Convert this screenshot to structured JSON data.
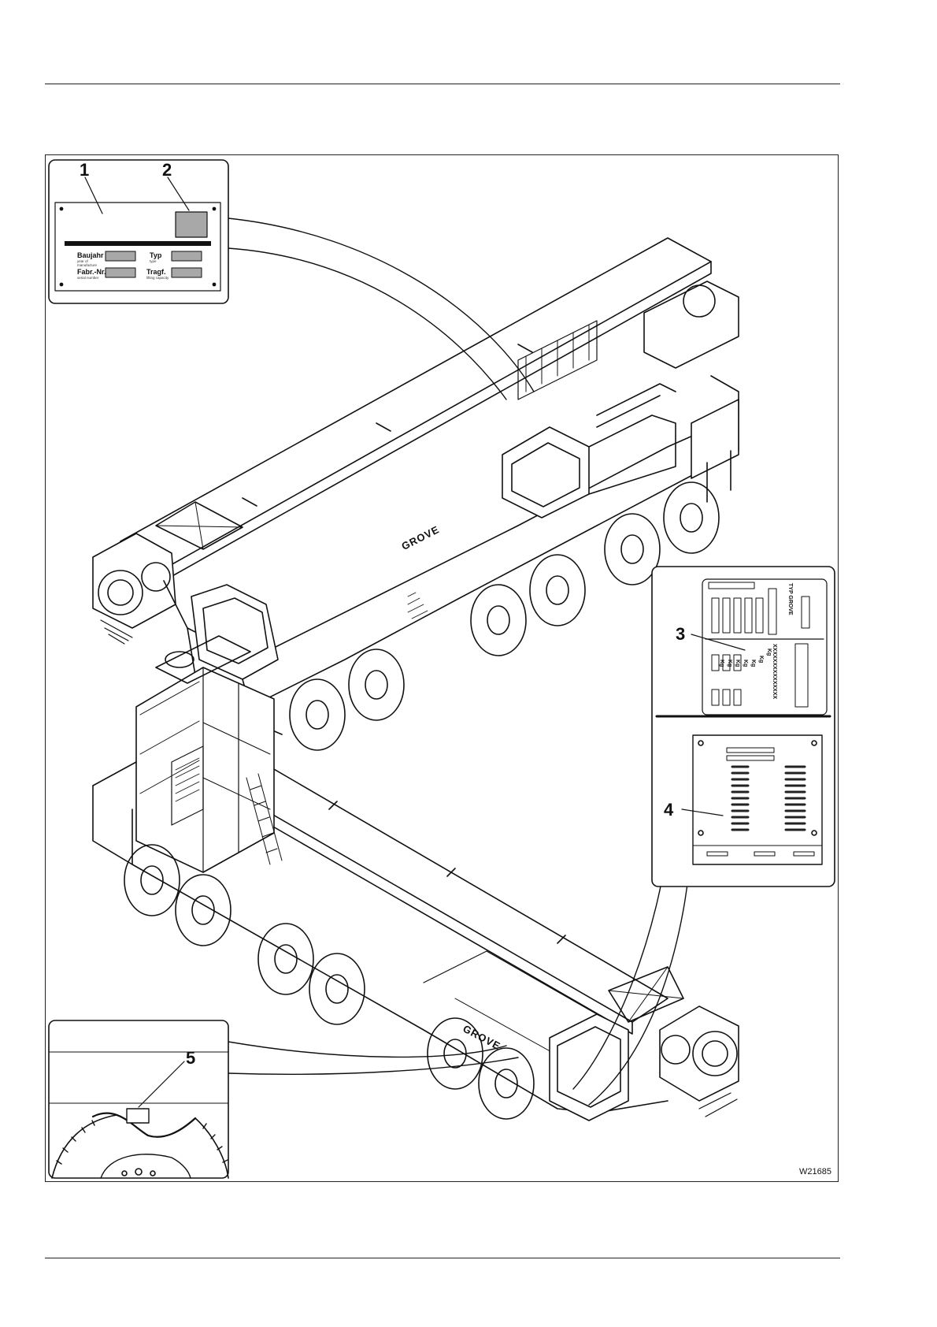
{
  "figure": {
    "drawing_id": "W21685",
    "callouts": [
      "1",
      "2",
      "3",
      "4",
      "5"
    ]
  },
  "nameplate": {
    "fields": [
      {
        "label": "Baujahr",
        "sub": "year of manufacture"
      },
      {
        "label": "Typ",
        "sub": "type"
      },
      {
        "label": "Fabr.-Nr.",
        "sub": "serial number"
      },
      {
        "label": "Tragf.",
        "sub": "lifting capacity"
      }
    ]
  },
  "type_plate": {
    "title": "TYP GROVE",
    "serial": "XXXXXXXXXXXXXXX",
    "units": [
      "Kg",
      "Kg",
      "Kg",
      "Kg",
      "Kg",
      "Kg",
      "Kg"
    ]
  },
  "crane": {
    "brand": "GROVE"
  }
}
